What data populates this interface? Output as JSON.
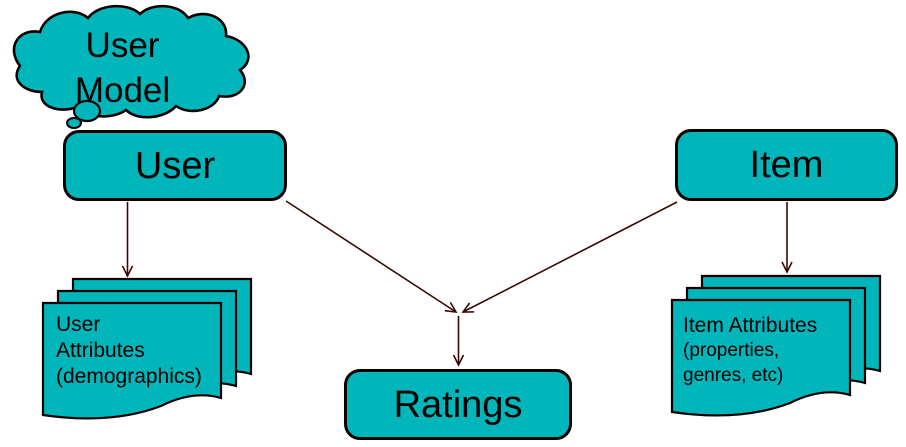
{
  "diagram_type": "entity-relationship-sketch",
  "colors": {
    "shape_fill": "#00b6bb",
    "shape_border": "#100000",
    "connector": "#3a0703",
    "text": "#000000",
    "background": "#ffffff"
  },
  "cloud": {
    "lines": [
      "User",
      "Model"
    ]
  },
  "nodes": {
    "user": {
      "label": "User"
    },
    "item": {
      "label": "Item"
    },
    "ratings": {
      "label": "Ratings"
    }
  },
  "stacks": {
    "user_attributes": {
      "lines": [
        "User",
        "Attributes",
        "(demographics)"
      ]
    },
    "item_attributes": {
      "lines": [
        "Item Attributes",
        "(properties,",
        "genres, etc)"
      ]
    }
  },
  "edges": [
    {
      "from": "user",
      "to": "user_attributes"
    },
    {
      "from": "user",
      "to": "ratings"
    },
    {
      "from": "item",
      "to": "ratings"
    },
    {
      "from": "item",
      "to": "item_attributes"
    }
  ]
}
